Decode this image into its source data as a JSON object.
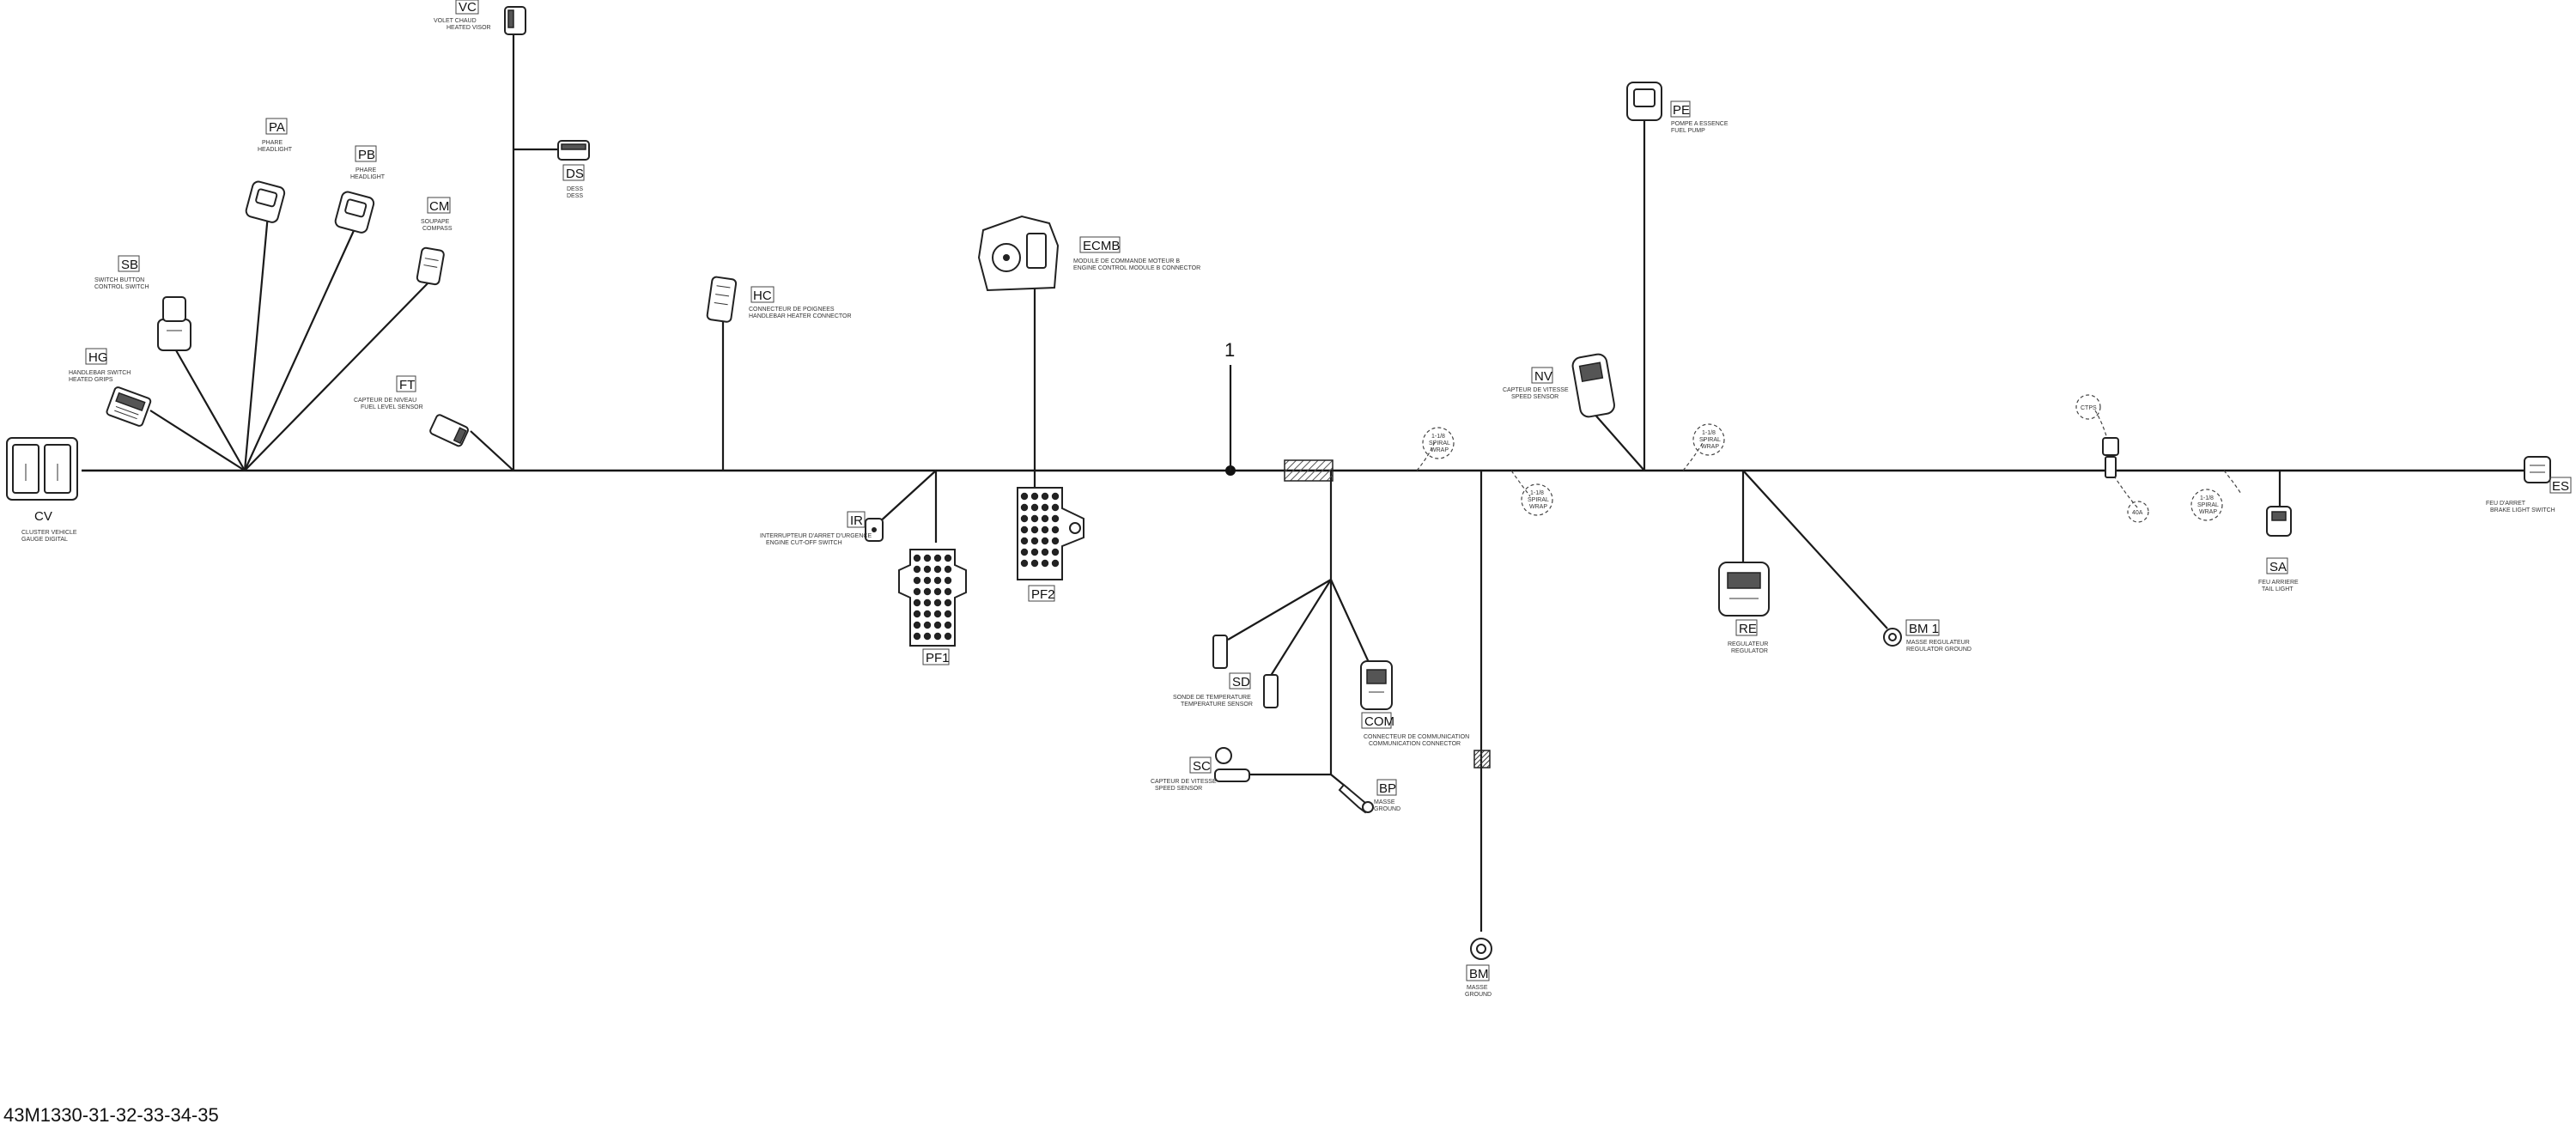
{
  "reference": "43M1330-31-32-33-34-35",
  "callout": "1",
  "connectors": {
    "CV": {
      "code": "CV",
      "desc": [
        "CLUSTER VEHICLE",
        "GAUGE DIGITAL"
      ]
    },
    "HG": {
      "code": "HG",
      "desc": [
        "HANDLEBAR SWITCH",
        "HEATED GRIPS"
      ]
    },
    "SB": {
      "code": "SB",
      "desc": [
        "SWITCH BUTTON",
        "CONTROL SWITCH"
      ]
    },
    "PA": {
      "code": "PA",
      "desc": [
        "PHARE",
        "HEADLIGHT"
      ]
    },
    "PB": {
      "code": "PB",
      "desc": [
        "PHARE",
        "HEADLIGHT"
      ]
    },
    "CM": {
      "code": "CM",
      "desc": [
        "SOUPAPE",
        "COMPASS"
      ]
    },
    "FT": {
      "code": "FT",
      "desc": [
        "CAPTEUR DE NIVEAU",
        "FUEL LEVEL SENSOR"
      ]
    },
    "VC": {
      "code": "VC",
      "desc": [
        "VOLET CHAUD",
        "HEATED VISOR"
      ]
    },
    "DS": {
      "code": "DS",
      "desc": [
        "DESS",
        "DESS"
      ]
    },
    "HC": {
      "code": "HC",
      "desc": [
        "CONNECTEUR DE POIGNEES",
        "HANDLEBAR HEATER CONNECTOR"
      ]
    },
    "ECMB": {
      "code": "ECMB",
      "desc": [
        "MODULE DE COMMANDE MOTEUR B",
        "ENGINE CONTROL MODULE B CONNECTOR"
      ]
    },
    "IR": {
      "code": "IR",
      "desc": [
        "INTERRUPTEUR D'ARRET D'URGENCE",
        "ENGINE CUT-OFF SWITCH"
      ]
    },
    "PF1": {
      "code": "PF1",
      "desc": []
    },
    "PF2": {
      "code": "PF2",
      "desc": []
    },
    "SD": {
      "code": "SD",
      "desc": [
        "SONDE DE TEMPERATURE",
        "TEMPERATURE SENSOR"
      ]
    },
    "COM": {
      "code": "COM",
      "desc": [
        "CONNECTEUR DE COMMUNICATION",
        "COMMUNICATION CONNECTOR"
      ]
    },
    "SC": {
      "code": "SC",
      "desc": [
        "CAPTEUR DE VITESSE",
        "SPEED SENSOR"
      ]
    },
    "BP": {
      "code": "BP",
      "desc": [
        "MASSE",
        "GROUND"
      ]
    },
    "BM": {
      "code": "BM",
      "desc": [
        "MASSE",
        "GROUND"
      ]
    },
    "NV": {
      "code": "NV",
      "desc": [
        "CAPTEUR DE VITESSE",
        "SPEED SENSOR"
      ]
    },
    "PE": {
      "code": "PE",
      "desc": [
        "POMPE A ESSENCE",
        "FUEL PUMP"
      ]
    },
    "RE": {
      "code": "RE",
      "desc": [
        "REGULATEUR",
        "REGULATOR"
      ]
    },
    "BM1": {
      "code": "BM 1",
      "desc": [
        "MASSE REGULATEUR",
        "REGULATOR GROUND"
      ]
    },
    "SA": {
      "code": "SA",
      "desc": [
        "FEU ARRIERE",
        "TAIL LIGHT"
      ]
    },
    "ES": {
      "code": "ES",
      "desc": [
        "FEU D'ARRET",
        "BRAKE LIGHT SWITCH"
      ]
    }
  },
  "notes": {
    "n1": [
      "1-1/8",
      "SPIRAL",
      "WRAP"
    ],
    "n2": [
      "1-1/8",
      "SPIRAL",
      "WRAP"
    ],
    "n3": [
      "1-1/8",
      "SPIRAL",
      "WRAP"
    ],
    "n4": [
      "1-1/8",
      "SPIRAL",
      "WRAP"
    ],
    "n5": [
      "CTPS"
    ],
    "n6": [
      "40A"
    ]
  }
}
